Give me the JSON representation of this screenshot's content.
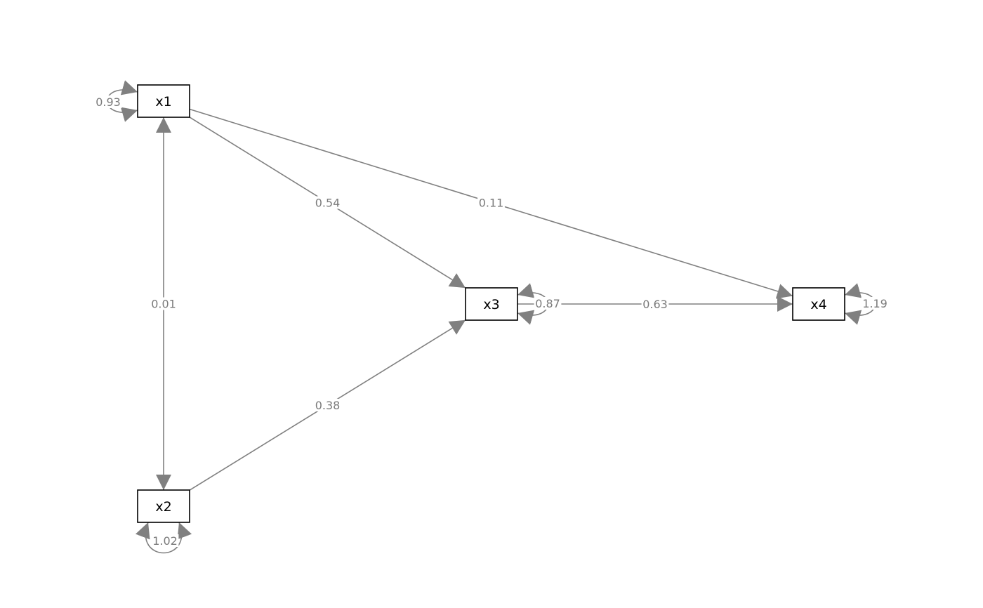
{
  "colors": {
    "edge": "#808080",
    "label": "#7a7a7a",
    "node_border": "#000000",
    "background": "#ffffff"
  },
  "nodes": [
    {
      "id": "x1",
      "label": "x1"
    },
    {
      "id": "x2",
      "label": "x2"
    },
    {
      "id": "x3",
      "label": "x3"
    },
    {
      "id": "x4",
      "label": "x4"
    }
  ],
  "edges": [
    {
      "from": "x1",
      "to": "x3",
      "type": "directed",
      "label": "0.54"
    },
    {
      "from": "x1",
      "to": "x4",
      "type": "directed",
      "label": "0.11"
    },
    {
      "from": "x2",
      "to": "x3",
      "type": "directed",
      "label": "0.38"
    },
    {
      "from": "x3",
      "to": "x4",
      "type": "directed",
      "label": "0.63"
    },
    {
      "from": "x1",
      "to": "x2",
      "type": "covariance",
      "label": "0.01"
    }
  ],
  "variances": [
    {
      "node": "x1",
      "label": "0.93"
    },
    {
      "node": "x2",
      "label": "1.02"
    },
    {
      "node": "x3",
      "label": "0.87"
    },
    {
      "node": "x4",
      "label": "1.19"
    }
  ]
}
